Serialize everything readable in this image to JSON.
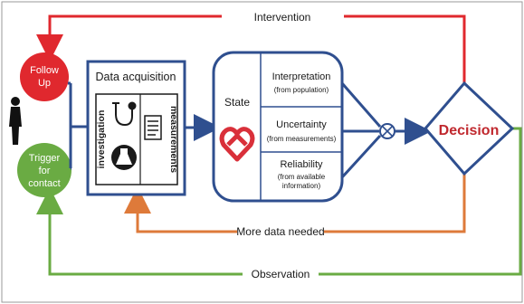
{
  "loop": {
    "intervention_label": "Intervention",
    "more_data_label": "More data needed",
    "observation_label": "Observation"
  },
  "nodes": {
    "follow_up": {
      "line1": "Follow",
      "line2": "Up"
    },
    "trigger": {
      "line1": "Trigger",
      "line2": "for",
      "line3": "contact"
    },
    "data_acquisition": {
      "title": "Data acquisition",
      "investigation": "investigation",
      "measurements": "measurements"
    },
    "state": {
      "label": "State",
      "interpretation_title": "Interpretation",
      "interpretation_sub": "(from population)",
      "uncertainty_title": "Uncertainty",
      "uncertainty_sub": "(from measurements)",
      "reliability_title": "Reliability",
      "reliability_sub1": "(from available",
      "reliability_sub2": "information)"
    },
    "decision": {
      "label": "Decision"
    }
  },
  "colors": {
    "red": "#e0282e",
    "green": "#6aab43",
    "orange": "#de7a3a",
    "navy": "#2f4f8f",
    "blue_text": "#c0282e"
  }
}
